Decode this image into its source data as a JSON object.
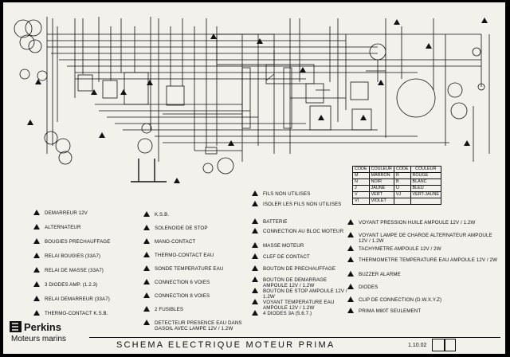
{
  "legend_col1": [
    "DEMARREUR 12V",
    "ALTERNATEUR",
    "BOUGIES PRECHAUFFAGE",
    "RELAI BOUGIES (33A7)",
    "RELAI DE MASSE (33A7)",
    "3 DIODES AMP. (1.2.3)",
    "RELAI DEMARREUR (33A7)",
    "THERMO-CONTACT K.S.B."
  ],
  "legend_col2": [
    "K.S.B.",
    "SOLENOIDE DE STOP",
    "MANO-CONTACT",
    "THERMO-CONTACT EAU",
    "SONDE TEMPERATURE EAU",
    "CONNECTION 6 VOIES",
    "CONNECTION 8 VOIES",
    "2 FUSIBLES",
    "DETECTEUR PRESENCE EAU DANS GASOIL AVEC LAMPE 12V / 1.2W"
  ],
  "legend_col3": [
    "FILS NON UTILISES",
    "ISOLER LES FILS NON UTILISES",
    "BATTERIE",
    "CONNECTION AU BLOC MOTEUR",
    "MASSE MOTEUR",
    "CLEF DE CONTACT",
    "BOUTON DE PRECHAUFFAGE",
    "BOUTON DE DEMARRAGE AMPOULE 12V / 1.2W",
    "BOUTON DE STOP AMPOULE 12V / 1.2W",
    "VOYANT TEMPERATURE EAU AMPOULE 12V / 1.2W",
    "4 DIODES 3A (5.6.7.)"
  ],
  "legend_col4": [
    "VOYANT PRESSION HUILE AMPOULE 12V / 1.2W",
    "VOYANT LAMPE DE CHARGE ALTERNATEUR AMPOULE 12V / 1.2W",
    "TACHYMETRE AMPOULE 12V / 2W",
    "THERMOMETRE TEMPERATURE EAU AMPOULE 12V / 2W",
    "BUZZER ALARME",
    "DIODES",
    "CLIP DE CONNECTION (D.W.X.Y.Z)",
    "PRIMA M80T SEULEMENT"
  ],
  "color_table": {
    "headers": [
      "CODE",
      "COULEUR",
      "CODE",
      "COULEUR"
    ],
    "rows": [
      [
        "M",
        "MARRON",
        "R",
        "ROUGE"
      ],
      [
        "N",
        "NOIR",
        "B",
        "BLANC"
      ],
      [
        "J",
        "JAUNE",
        "U",
        "BLEU"
      ],
      [
        "V",
        "VERT",
        "VJ",
        "VERT-JAUNE"
      ],
      [
        "VI",
        "VIOLET",
        "",
        ""
      ]
    ]
  },
  "logo": {
    "brand": "Perkins",
    "sub": "Moteurs marins"
  },
  "title": "SCHEMA ELECTRIQUE MOTEUR PRIMA",
  "date": "1.10.02"
}
